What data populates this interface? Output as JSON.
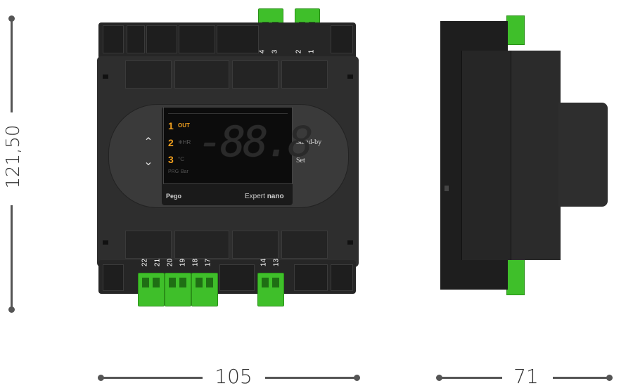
{
  "dimensions": {
    "height": "121,50",
    "front_width": "105",
    "side_width": "71"
  },
  "device": {
    "brand": "Pego",
    "model_prefix": "Expert",
    "model_suffix": "nano",
    "display_value": "-88.8",
    "button_standby": "Stand-by",
    "button_set": "Set",
    "indicators": [
      {
        "number": "1",
        "label": "OUT"
      },
      {
        "number": "2",
        "label": "❄HR"
      },
      {
        "number": "3",
        "label": "°C"
      }
    ],
    "sub_labels": [
      "PRG",
      "Bar"
    ],
    "top_terminals": [
      "4",
      "3",
      "2",
      "1"
    ],
    "bottom_terminals": [
      "22",
      "21",
      "20",
      "19",
      "18",
      "17",
      "14",
      "13"
    ]
  },
  "colors": {
    "housing": "#2b2b2b",
    "terminal_green": "#3fbf2a",
    "led_orange": "#f2a01e"
  }
}
